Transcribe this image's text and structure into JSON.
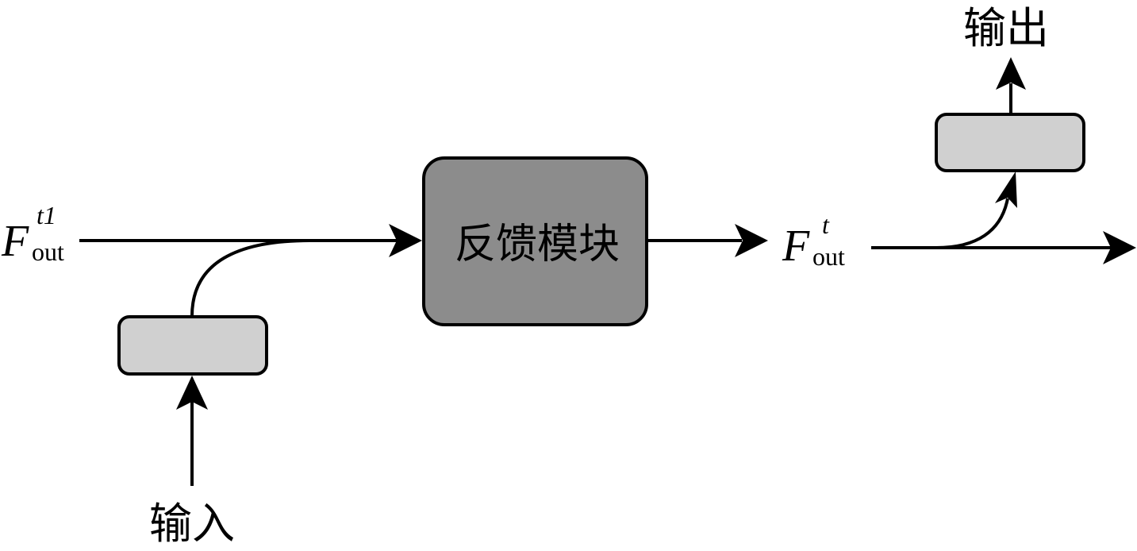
{
  "labels": {
    "input": "输入",
    "output": "输出",
    "feedback_module": "反馈模块",
    "f_prev": {
      "base": "F",
      "sup": "t1",
      "sub": "out"
    },
    "f_curr": {
      "base": "F",
      "sup": "t",
      "sub": "out"
    }
  },
  "colors": {
    "line": "#000000",
    "small_box_fill": "#d0d0d0",
    "feedback_box_fill": "#8c8c8c",
    "background": "#ffffff"
  }
}
